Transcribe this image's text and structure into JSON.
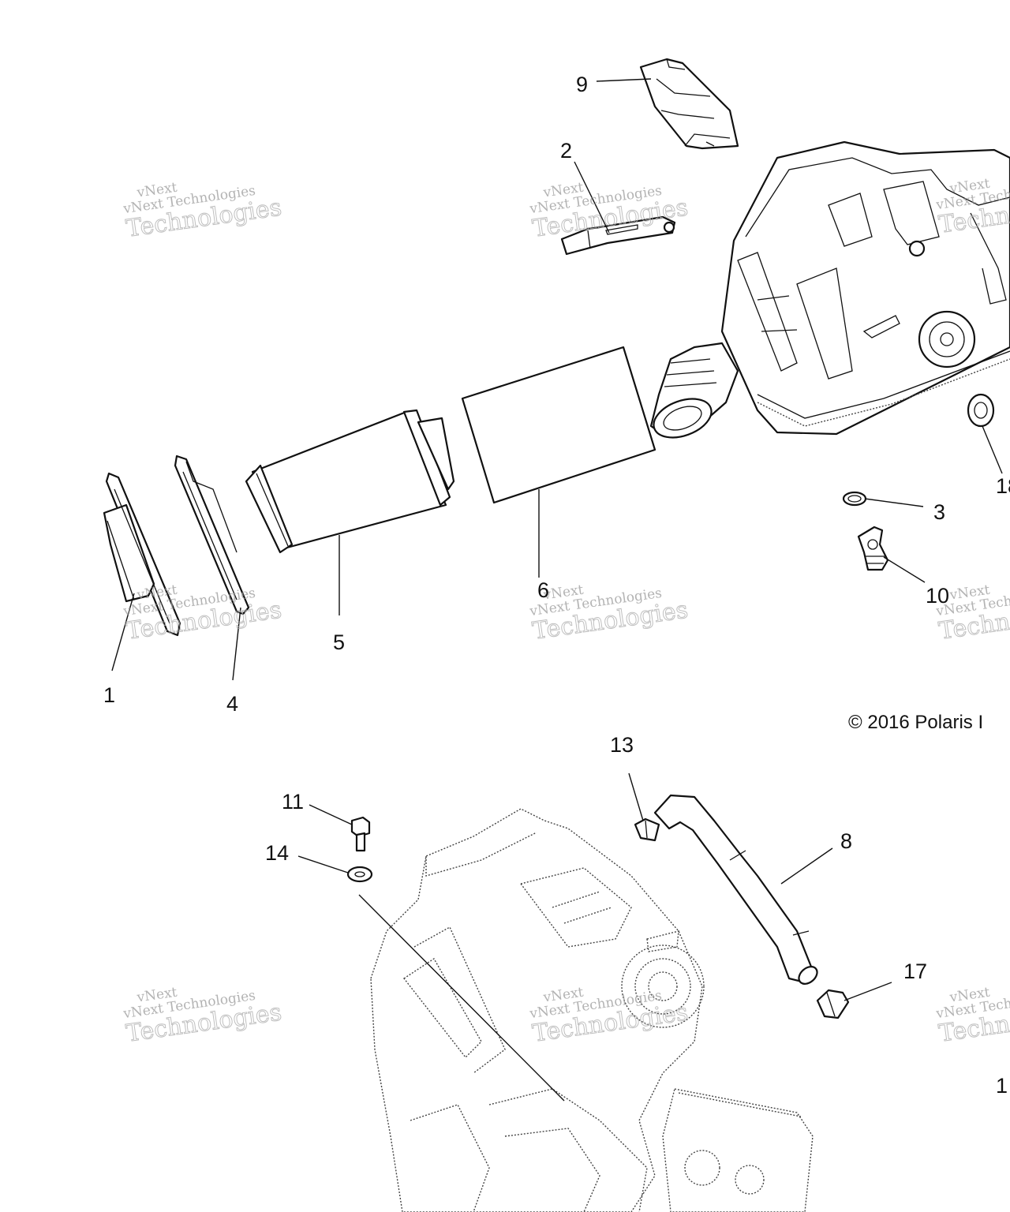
{
  "callouts": [
    "1",
    "2",
    "3",
    "4",
    "5",
    "6",
    "8",
    "9",
    "10",
    "11",
    "13",
    "14",
    "17",
    "18",
    "1"
  ],
  "copyright": "© 2016 Polaris I",
  "watermark": {
    "line1": "vNext Technologies",
    "line2": "Technologies",
    "line_top": "vNext"
  }
}
